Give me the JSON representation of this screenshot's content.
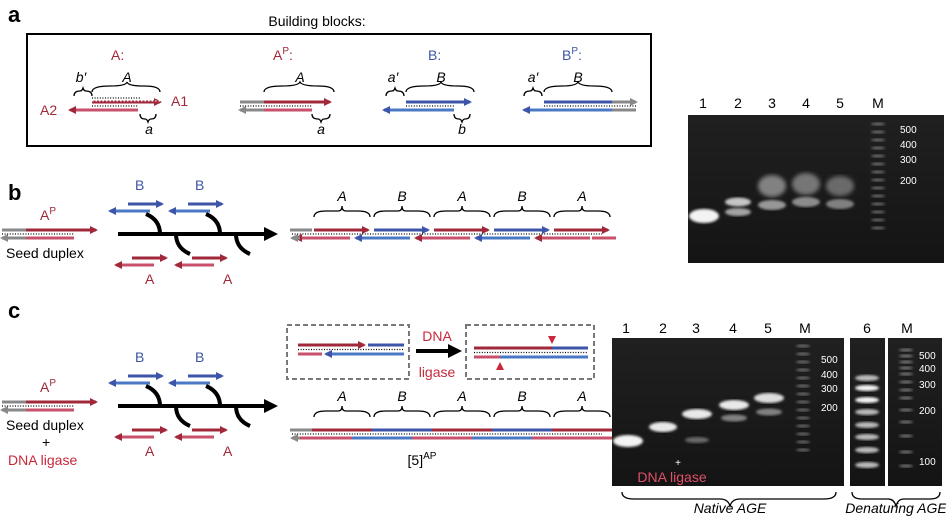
{
  "colors": {
    "red": "#b33a4e",
    "darkred": "#a0283a",
    "pink": "#c8506a",
    "blue": "#3c55a8",
    "lightblue": "#4a78c4",
    "gray": "#888888"
  },
  "panel_a": {
    "letter": "a",
    "title": "Building blocks:",
    "block_A": {
      "name": "A",
      "colon": ":",
      "top": "A",
      "left_ext": "b′",
      "bottom_ext": "a",
      "label_right": "A1",
      "label_left": "A2"
    },
    "block_AP": {
      "name": "A",
      "sup": "P",
      "colon": ":",
      "top": "A",
      "bottom_ext": "a"
    },
    "block_B": {
      "name": "B",
      "colon": ":",
      "top": "B",
      "left_ext": "a′",
      "bottom_ext": "b"
    },
    "block_BP": {
      "name": "B",
      "sup": "P",
      "colon": ":",
      "top": "B",
      "left_ext": "a′"
    }
  },
  "panel_b": {
    "letter": "b",
    "seed_name": "A",
    "seed_sup": "P",
    "seed_label": "Seed duplex",
    "B1": "B",
    "B2": "B",
    "A1": "A",
    "A2": "A",
    "segments": [
      "A",
      "B",
      "A",
      "B",
      "A"
    ]
  },
  "panel_c": {
    "letter": "c",
    "seed_name": "A",
    "seed_sup": "P",
    "seed_label": "Seed duplex",
    "plus": "+",
    "ligase_label": "DNA ligase",
    "B1": "B",
    "B2": "B",
    "A1": "A",
    "A2": "A",
    "dna_label_1": "DNA",
    "dna_label_2": "ligase",
    "segments": [
      "A",
      "B",
      "A",
      "B",
      "A"
    ],
    "product_name": "[5]",
    "product_sup": "AP"
  },
  "gel_b": {
    "lanes": [
      "1",
      "2",
      "3",
      "4",
      "5",
      "M"
    ],
    "markers": [
      "500",
      "400",
      "300",
      "200"
    ]
  },
  "gel_c_native": {
    "lanes": [
      "1",
      "2",
      "3",
      "4",
      "5",
      "M"
    ],
    "markers": [
      "500",
      "400",
      "300",
      "200"
    ],
    "plus": "+",
    "ligase": "DNA ligase",
    "caption": "Native AGE"
  },
  "gel_c_denat": {
    "lanes": [
      "6",
      "M"
    ],
    "markers": [
      "500",
      "400",
      "300",
      "200",
      "100"
    ],
    "caption": "Denaturing AGE"
  }
}
